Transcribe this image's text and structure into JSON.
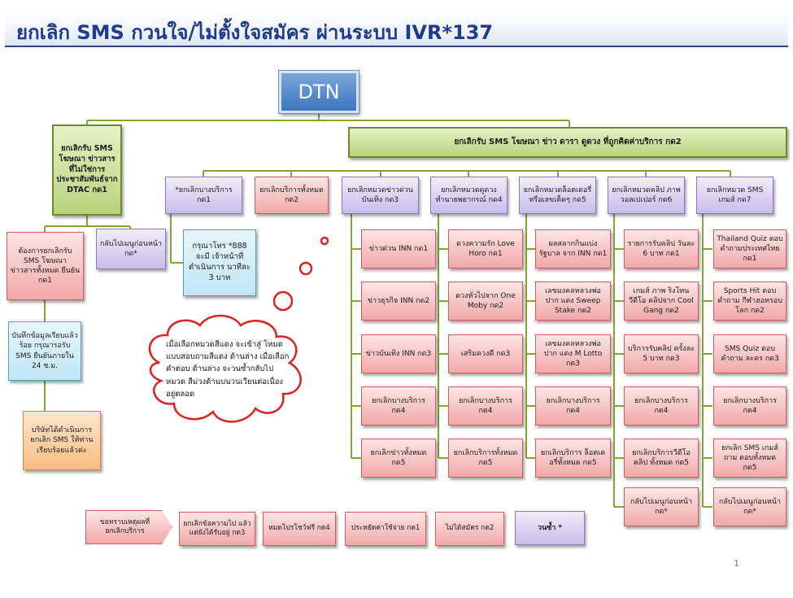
{
  "title": "ยกเลิก SMS กวนใจ/ไม่ตั้งใจสมัคร ผ่านระบบ IVR*137",
  "root": "DTN",
  "left_branch": {
    "head": "ยกเลิกรับ SMS โฆษณา ข่าวสาร ที่ไม่ใช่การ ประชาสัมพันธ์จาก DTAC กด1",
    "confirm": "ต้องการยกเลิกรับ SMS โฆษณา ข่าวสารทั้งหมด ยืนยัน กด1",
    "back": "กลับไปเมนูก่อนหน้า กด*",
    "saved": "บันทึกข้อมูลเรียบแล้ว ร้อย กรุณารอรับ SMS ยืนยันภายใน 24 ช.ม.",
    "done": "บริษัทได้ดำเนินการ ยกเลิก SMS ให้ท่าน เรียบร้อยแล้วค่ะ"
  },
  "right_branch": {
    "head": "ยกเลิกรับ SMS โฆษณา ข่าว ดารา ดูดวง ที่ถูกคิดค่าบริการ กด2",
    "columns": [
      {
        "header": "*ยกเลิกบางบริการ กด1",
        "items": []
      },
      {
        "header": "ยกเลิกบริการทั้งหมด กด2",
        "items": []
      },
      {
        "header": "ยกเลิกหมวดข่าวด่วน บันเทิง กด3",
        "items": [
          "ข่าวด่วน INN กด1",
          "ข่าวธุรกิจ INN กด2",
          "ข่าวบันเทิง INN กด3",
          "ยกเลิกบางบริการ กด4",
          "ยกเลิกข่าวทั้งหมด กด5"
        ]
      },
      {
        "header": "ยกเลิกหมวดดูดวง ทำนายพยากรณ์ กด4",
        "items": [
          "ดวงความรัก Love Horo กด1",
          "ดวงทั่วไปจาก One Moby กด2",
          "เสริมดวงดี กด3",
          "ยกเลิกบางบริการ กด4",
          "ยกเลิกบริการทั้งหมด กด5"
        ]
      },
      {
        "header": "ยกเลิกหมวดล็อตเตอรี่ หรือเลขเด็ดๆ กด5",
        "items": [
          "ผลสลากกินแบ่งรัฐบาล จาก INN กด1",
          "เลขมงคลหลวงพ่อปาก แดง Sweep Stake กด2",
          "เลขมงคลหลวงพ่อปาก แดง M Lotto กด3",
          "ยกเลิกบางบริการ กด4",
          "ยกเลิกบริการ ล็อตเตอรี่ทั้งหมด กด5"
        ]
      },
      {
        "header": "ยกเลิกหมวดคลิป ภาพ วอลเปเปอร์ กด6",
        "items": [
          "รายการรับคลิป วันละ 6 บาท กด1",
          "เกมส์ ภาพ ริงโทน วีดีโอ คลิปจาก Cool Gang กด2",
          "บริการรับคลิป ครั้งละ 5 บาท กด3",
          "ยกเลิกบางบริการ กด4",
          "ยกเลิกบริการวีดีโอคลิป ทั้งหมด กด5",
          "กลับไปเมนูก่อนหน้า กด*"
        ]
      },
      {
        "header": "ยกเลิกหมวด SMS เกมส์ กด7",
        "items": [
          "Thailand Quiz ตอบ คำถามประเทศไทย กด1",
          "Sports Hit ตอบคำถาม กีฬาฮอทรอบโลก กด2",
          "SMS Quiz ตอบคำถาม ละคร กด3",
          "ยกเลิกบางบริการ กด4",
          "ยกเลิก SMS เกมส์ ถาม ตอบทั้งหมด กด5",
          "กลับไปเมนูก่อนหน้า กด*"
        ]
      }
    ],
    "partial_note": "กรุณาโทร *888 จะมี เจ้าหน้าที่ดำเนินการ นาทีละ 3 บาท"
  },
  "cloud_note": "เมื่อเลือกหมวดสีแดง จะเข้าสู่ โหมดแบบสอบถามสีแดง ด้านล่าง เมื่อเลือกคำตอบ ด้านล่าง จะวนซ้ำกลับไปหมวด สีม่วงด้านบนวนเวียนต่อเนื่อง อยู่ตลอด",
  "survey": {
    "arrow_label": "ขอทราบเหตุผลที่ ยกเลิกบริการ",
    "options": [
      "ยกเลิกข้อความไป แล้วแต่ยังได้รับอยู่ กด3",
      "หมดโปรโชว์ฟรี กด4",
      "ประหยัดค่าใช้จ่าย กด1",
      "ไม่ได้สมัคร กด2"
    ],
    "repeat": "วนซ้ำ *"
  },
  "page_number": "1",
  "colors": {
    "title": "#1f3a8f",
    "root": "#3d75bf",
    "branch": "#b9d27a",
    "category": "#c9bbea",
    "option": "#f2a8a8",
    "note": "#bfe6f6",
    "done": "#f8bd82",
    "wire": "#7ea832",
    "cloud": "#e02020"
  }
}
